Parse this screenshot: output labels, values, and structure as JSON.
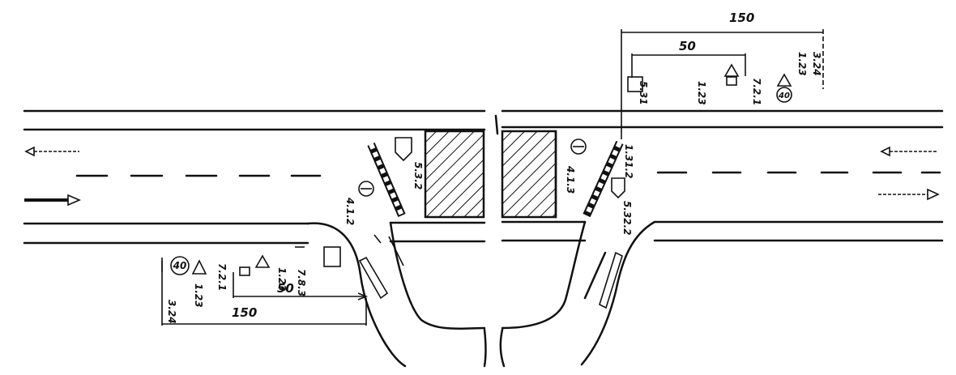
{
  "dimensions": {
    "left_150": "150",
    "left_50": "50",
    "right_150": "150",
    "right_50": "50"
  },
  "sign_codes": {
    "left_a": "3.24",
    "left_b": "1.23",
    "left_c": "7.2.1",
    "left_d": "1.23",
    "left_e": "7.8.3",
    "left_f": "5.3.2",
    "left_g": "4.1.2",
    "left_h": "4.1.3",
    "right_a": "5.31",
    "right_b": "1.23",
    "right_c": "7.2.1",
    "right_d": "1.23",
    "right_e": "3.24",
    "right_f": "1.31.2",
    "right_g": "5.32.2"
  },
  "speed_limit": "40"
}
